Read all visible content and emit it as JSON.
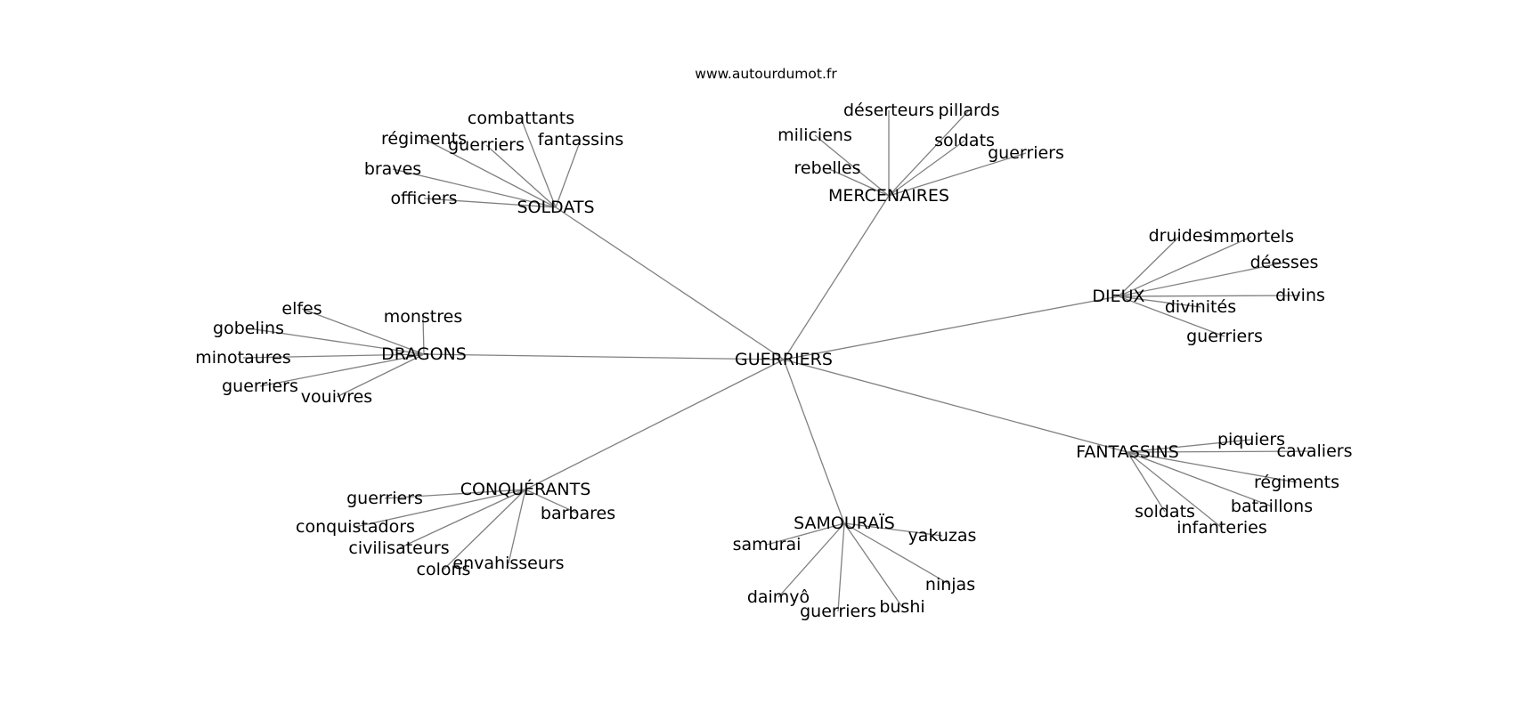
{
  "watermark": "www.autourdumot.fr",
  "colors": {
    "edge": "#808080",
    "text": "#000000",
    "background": "#ffffff"
  },
  "graph": {
    "center": "GUERRIERS",
    "groups": [
      {
        "label": "SOLDATS",
        "terms": [
          "combattants",
          "régiments",
          "guerriers",
          "fantassins",
          "braves",
          "officiers"
        ]
      },
      {
        "label": "MERCENAIRES",
        "terms": [
          "déserteurs",
          "pillards",
          "miliciens",
          "soldats",
          "guerriers",
          "rebelles"
        ]
      },
      {
        "label": "DIEUX",
        "terms": [
          "druides",
          "immortels",
          "déesses",
          "divins",
          "divinités",
          "guerriers"
        ]
      },
      {
        "label": "DRAGONS",
        "terms": [
          "elfes",
          "monstres",
          "gobelins",
          "minotaures",
          "guerriers",
          "vouivres"
        ]
      },
      {
        "label": "FANTASSINS",
        "terms": [
          "piquiers",
          "cavaliers",
          "régiments",
          "bataillons",
          "soldats",
          "infanteries"
        ]
      },
      {
        "label": "CONQUÉRANTS",
        "terms": [
          "guerriers",
          "barbares",
          "conquistadors",
          "civilisateurs",
          "envahisseurs",
          "colons"
        ]
      },
      {
        "label": "SAMOURAÏS",
        "terms": [
          "yakuzas",
          "samurai",
          "ninjas",
          "daimyô",
          "bushi",
          "guerriers"
        ]
      }
    ]
  }
}
